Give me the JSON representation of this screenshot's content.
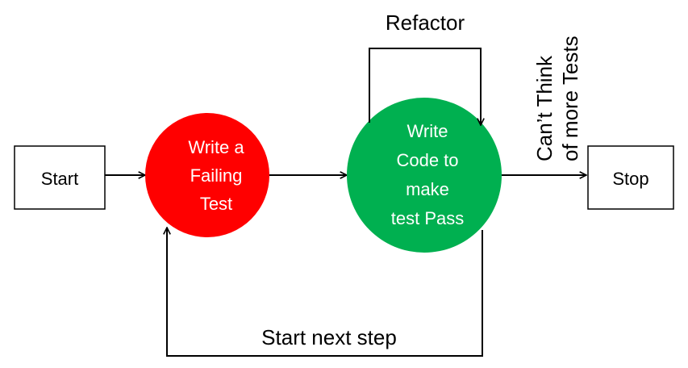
{
  "nodes": {
    "start": {
      "label": "Start"
    },
    "failing_test": {
      "lines": [
        "Write a",
        "Failing",
        "Test"
      ],
      "color": "#ff0000"
    },
    "write_code": {
      "lines": [
        "Write",
        "Code to",
        "make",
        "test Pass"
      ],
      "color": "#00b050"
    },
    "stop": {
      "label": "Stop"
    }
  },
  "edges": {
    "refactor_label": "Refactor",
    "cant_think_lines": [
      "Can’t Think",
      "of more Tests"
    ],
    "next_step_label": "Start next step"
  },
  "colors": {
    "failing": "#ff0000",
    "passing": "#00b050",
    "stroke": "#000000"
  }
}
